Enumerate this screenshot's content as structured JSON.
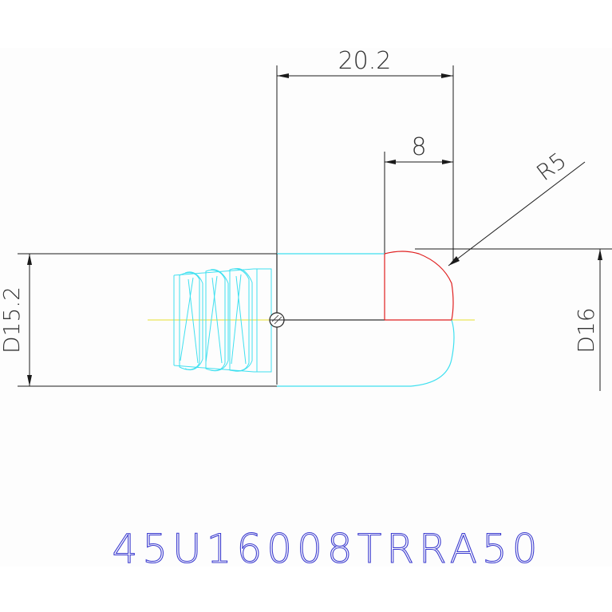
{
  "drawing": {
    "part_number": "45U16008TRRA50",
    "dimensions": {
      "width_total": "20.2",
      "width_flat": "8",
      "radius": "R5",
      "diameter_left": "D15.2",
      "diameter_right": "D16"
    },
    "colors": {
      "body_outline": "#3fe0f0",
      "profile_edge": "#e02020",
      "centerline": "#e8e030",
      "part_code": "#3d3dd0",
      "dimension_lines": "#1a1a1a"
    }
  }
}
